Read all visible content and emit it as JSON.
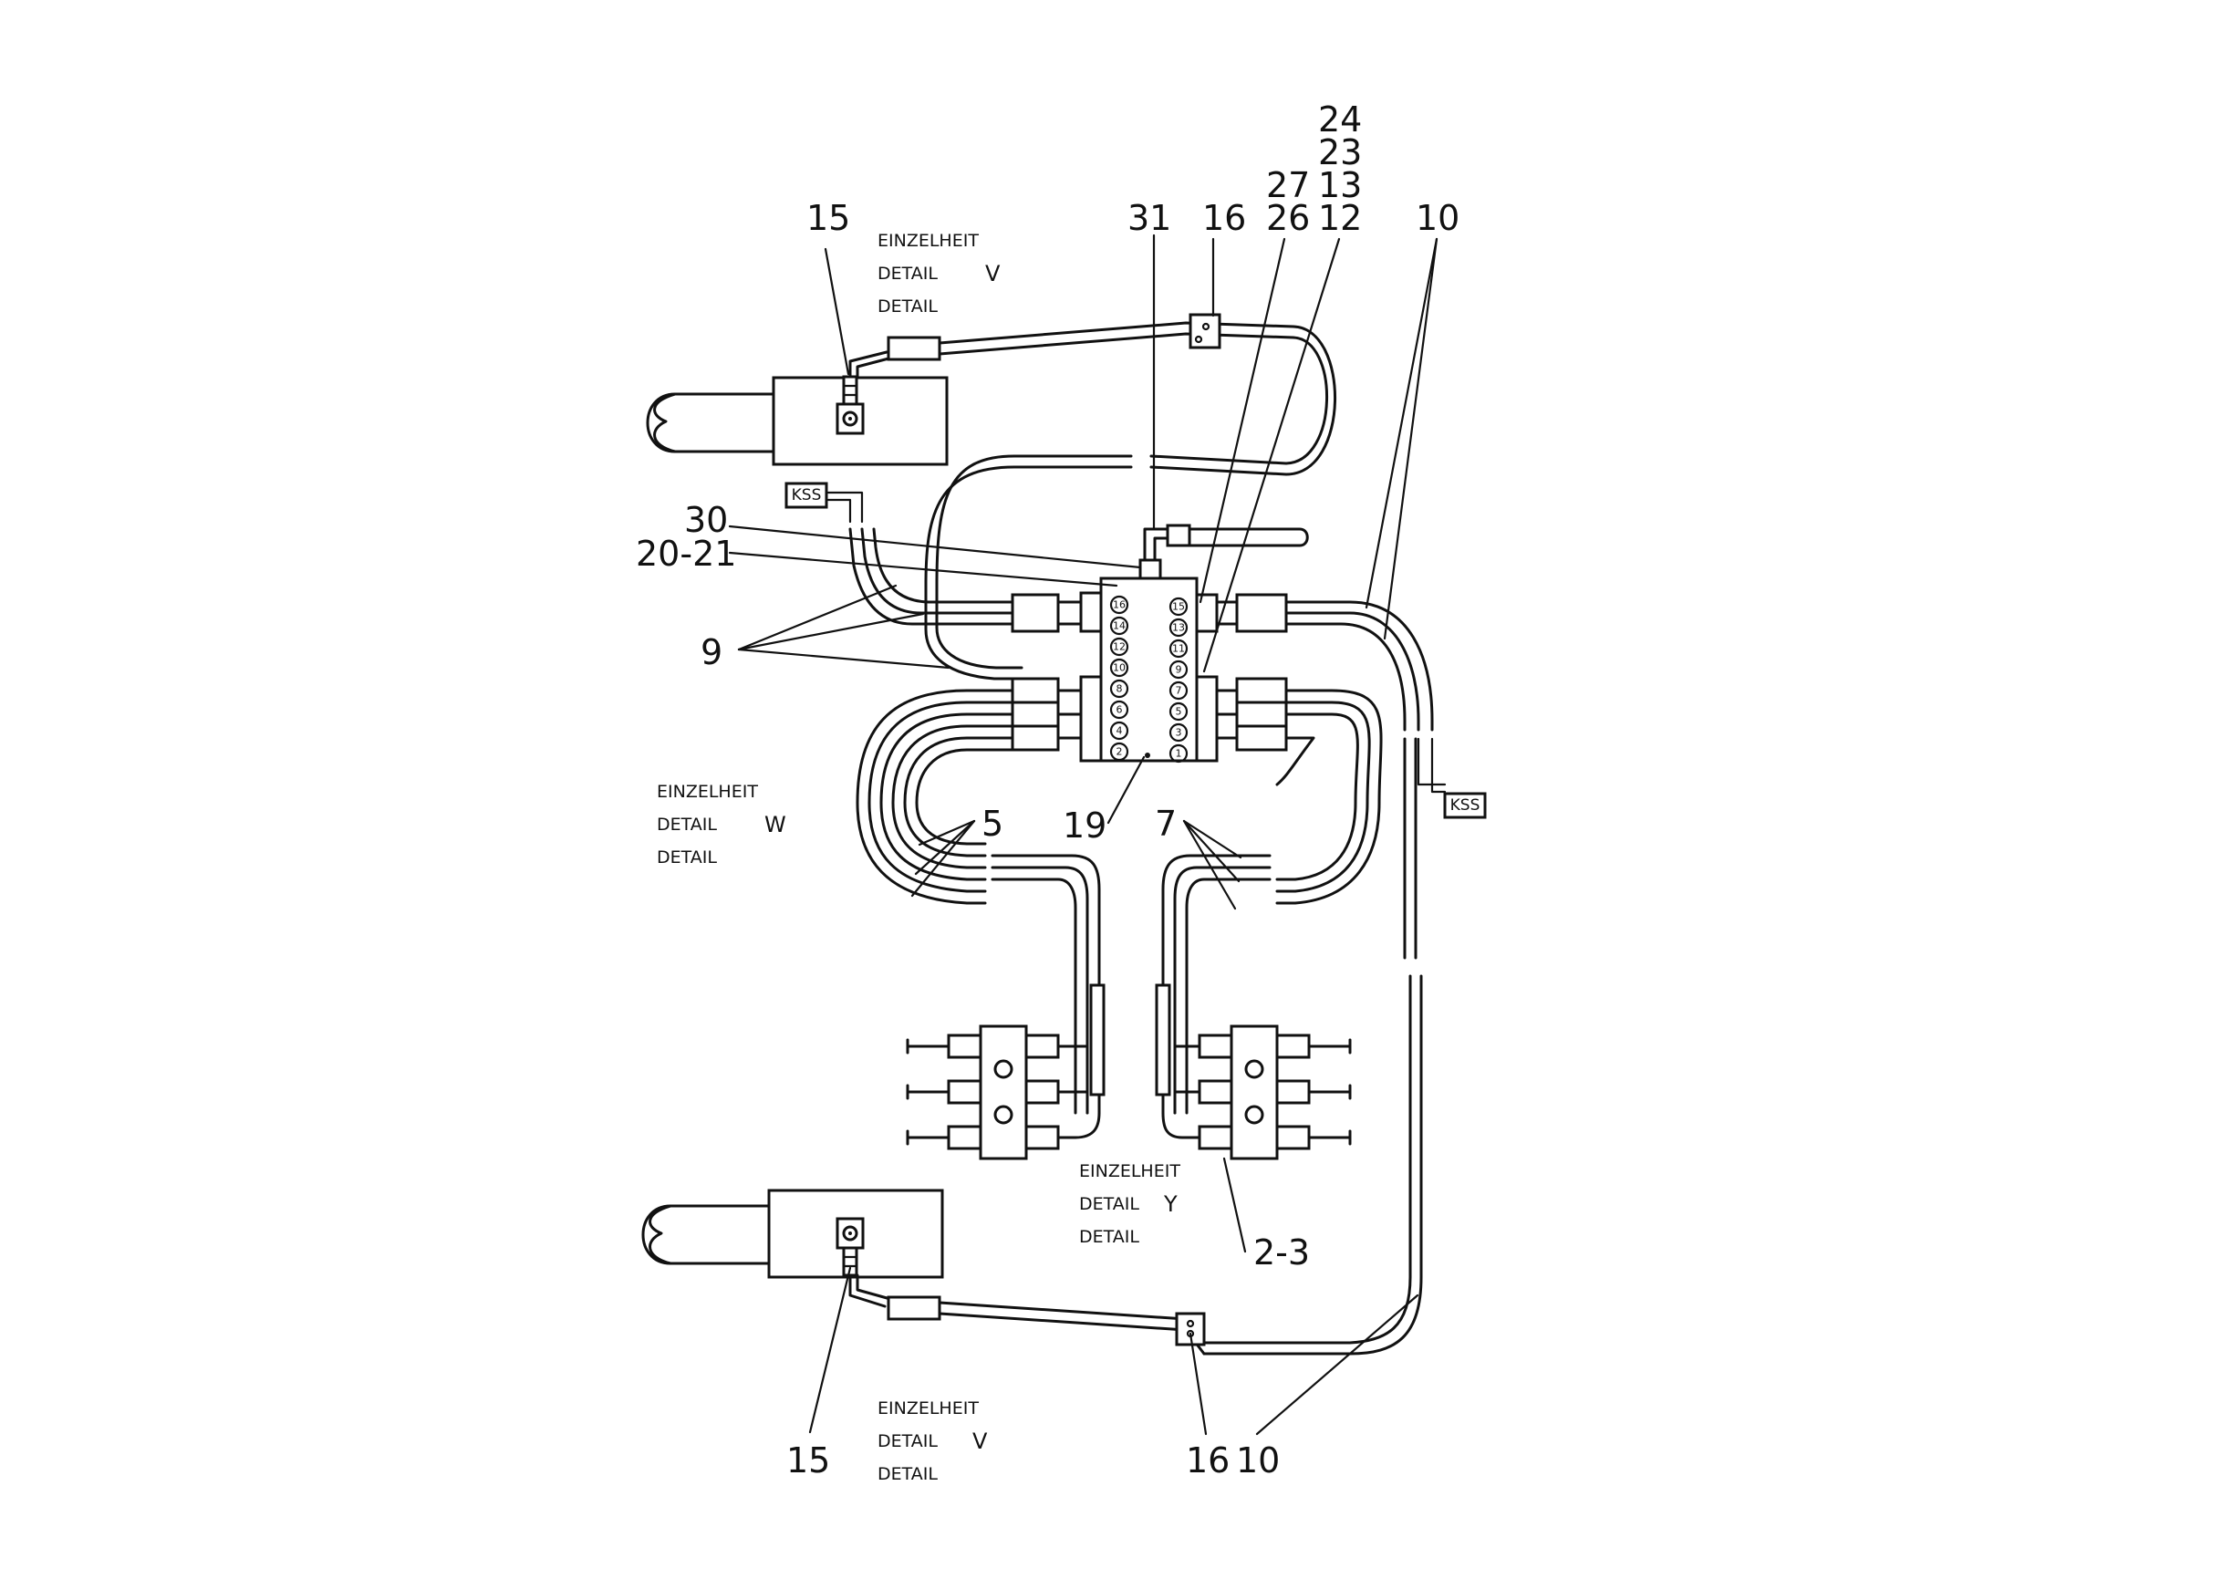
{
  "callouts": {
    "c15_top": "15",
    "c15_bottom": "15",
    "c16_top": "16",
    "c16_bottom": "16",
    "c31": "31",
    "c27": "27",
    "c26": "26",
    "c24": "24",
    "c23": "23",
    "c13": "13",
    "c12": "12",
    "c10_top": "10",
    "c10_bottom": "10",
    "c30": "30",
    "c20_21": "20-21",
    "c9": "9",
    "c19": "19",
    "c5": "5",
    "c7": "7",
    "c2_3": "2-3"
  },
  "details": {
    "v_top": {
      "line1": "EINZELHEIT",
      "line2": "DETAIL",
      "letter": "V",
      "line3": "DETAIL"
    },
    "w": {
      "line1": "EINZELHEIT",
      "line2": "DETAIL",
      "letter": "W",
      "line3": "DETAIL"
    },
    "y": {
      "line1": "EINZELHEIT",
      "line2": "DETAIL",
      "letter": "Y",
      "line3": "DETAIL"
    },
    "v_bottom": {
      "line1": "EINZELHEIT",
      "line2": "DETAIL",
      "letter": "V",
      "line3": "DETAIL"
    }
  },
  "kss_tags": {
    "left": "KSS",
    "right": "KSS"
  },
  "manifold_ports": {
    "left": [
      "16",
      "14",
      "12",
      "10",
      "8",
      "6",
      "4",
      "2"
    ],
    "right": [
      "15",
      "13",
      "11",
      "9",
      "7",
      "5",
      "3",
      "1"
    ]
  }
}
